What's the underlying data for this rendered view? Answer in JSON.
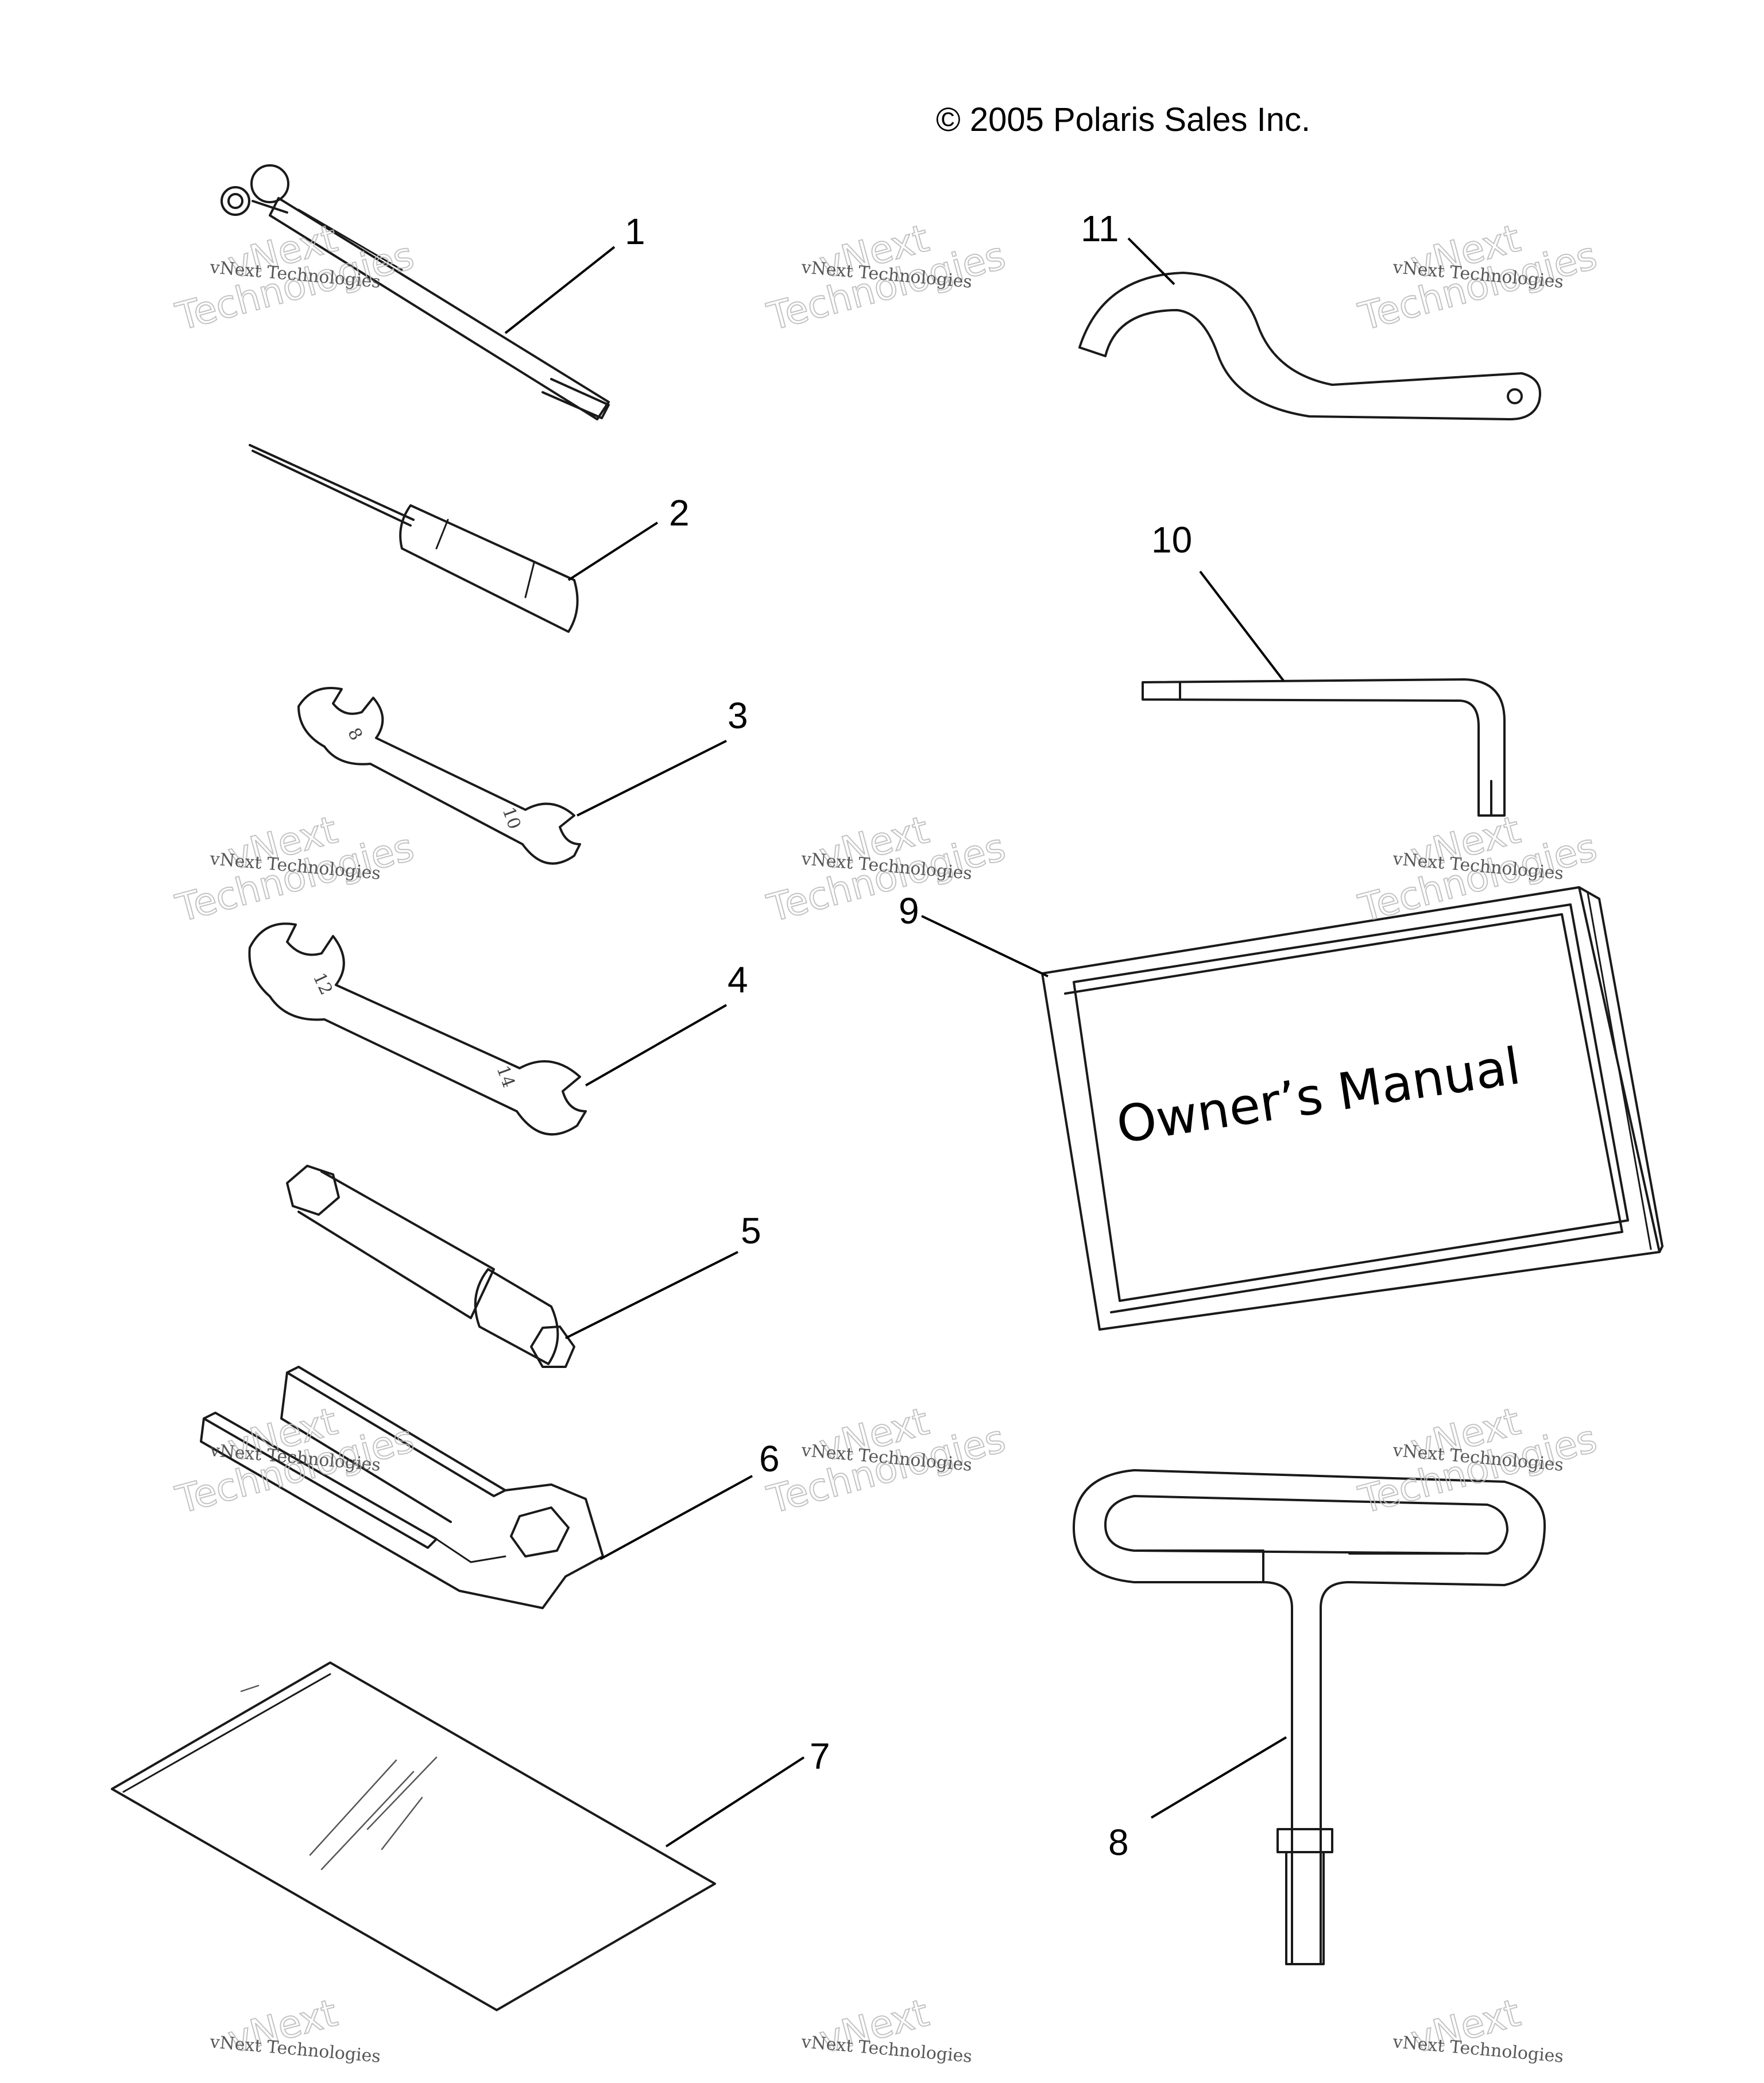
{
  "copyright": "© 2005 Polaris Sales Inc.",
  "manual_title": "Owner’s Manual",
  "watermark": {
    "small": "vNext Technologies",
    "big_top": "vNext",
    "big_bottom": "Technologies"
  },
  "wrench_size_marks": [
    "8",
    "10",
    "12",
    "14"
  ],
  "callouts": [
    "1",
    "2",
    "3",
    "4",
    "5",
    "6",
    "7",
    "8",
    "9",
    "10",
    "11"
  ]
}
